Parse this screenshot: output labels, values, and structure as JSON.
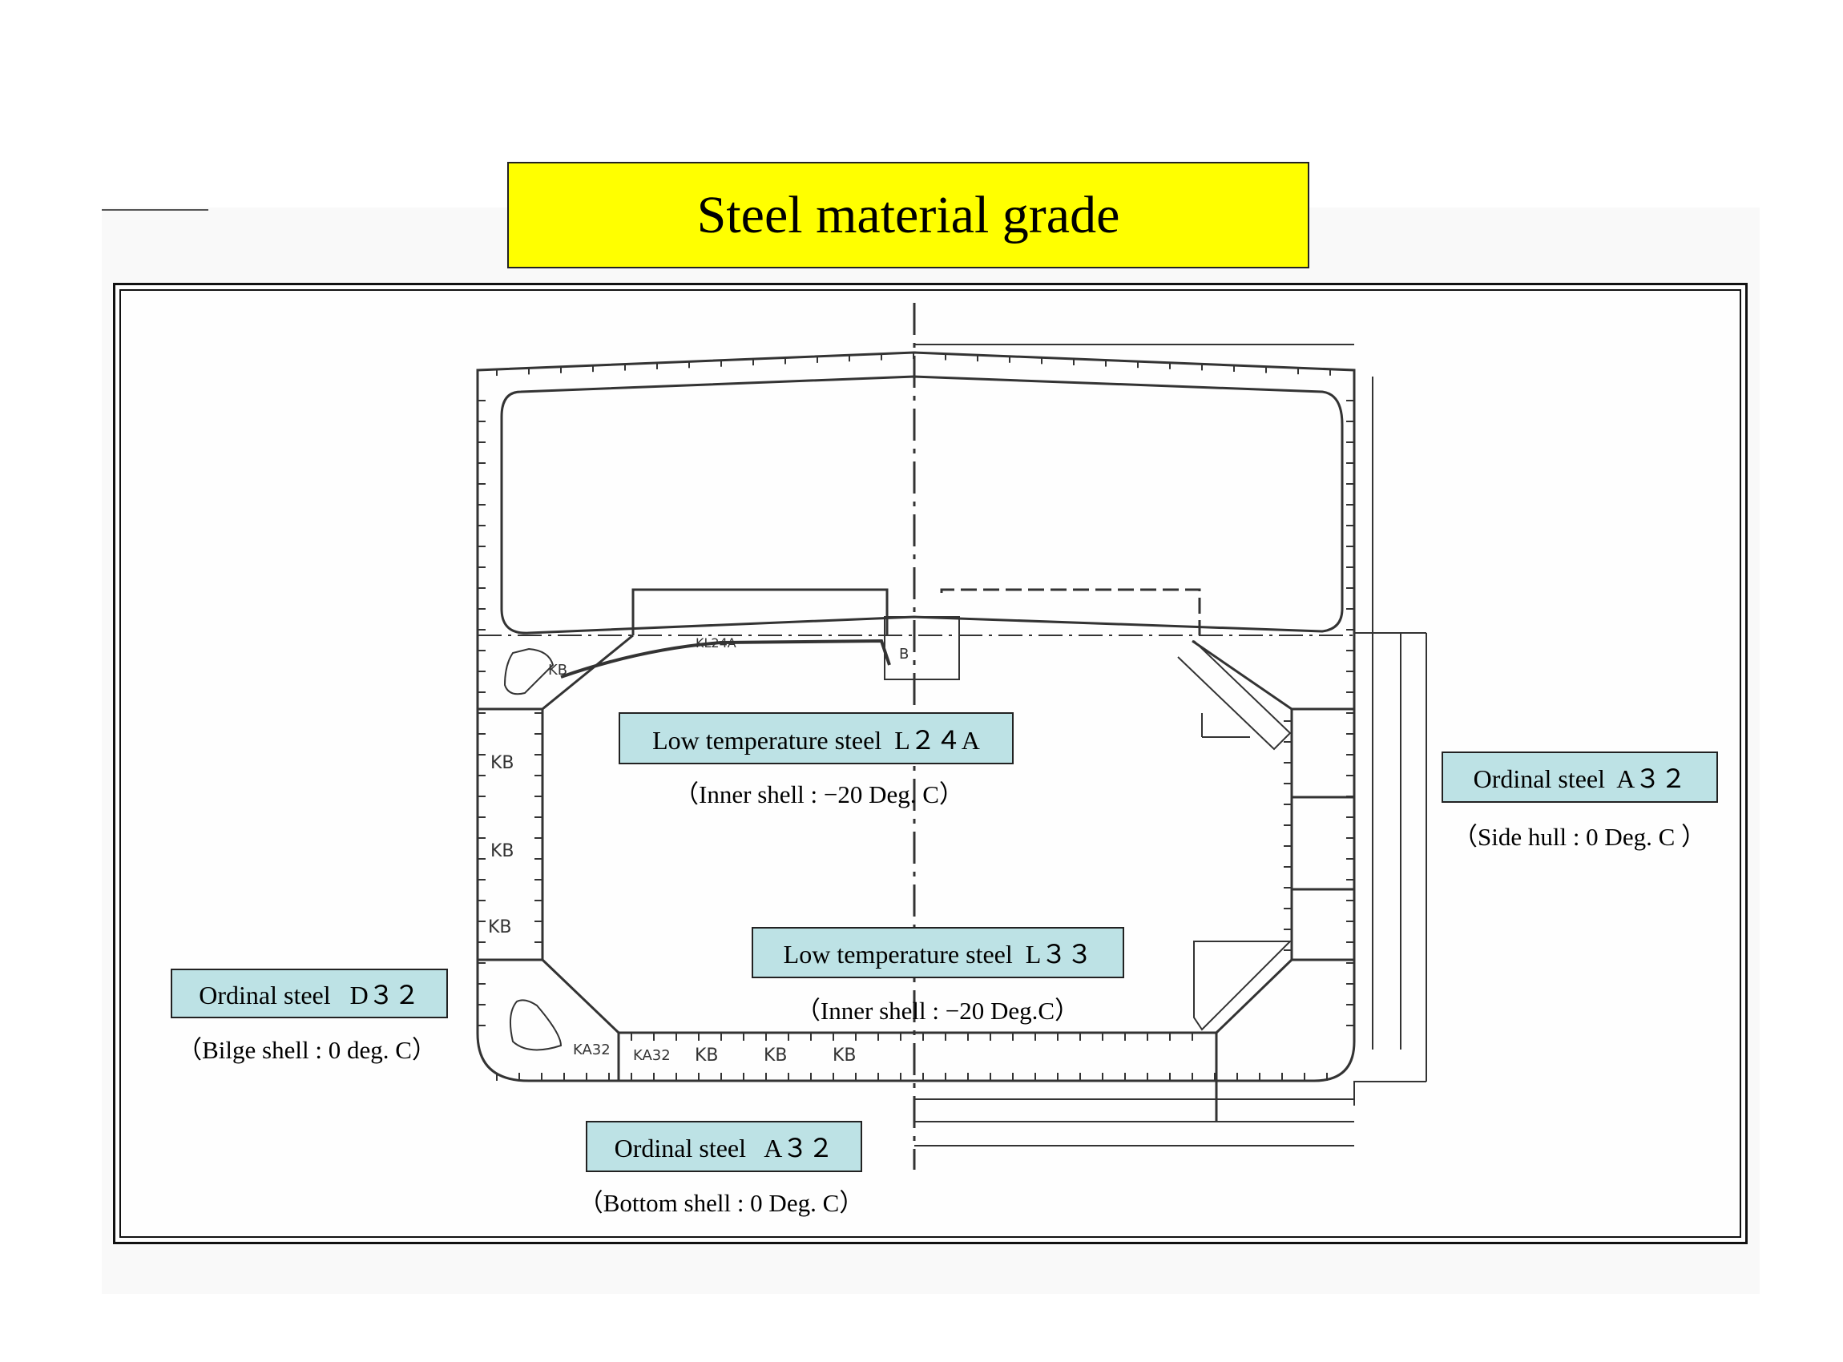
{
  "title": "Steel material grade",
  "labels": [
    {
      "grade": "Low temperature steel  L２４A",
      "note": "（Inner shell : −20 Deg. C）"
    },
    {
      "grade": "Low temperature steel  L３３",
      "note": "（Inner shell : −20 Deg.C）"
    },
    {
      "grade": "Ordinal steel  A３２",
      "note": "（Side hull : 0 Deg. C ）"
    },
    {
      "grade": "Ordinal steel   D３２",
      "note": "（Bilge shell : 0 deg. C）"
    },
    {
      "grade": "Ordinal steel   A３２",
      "note": "（Bottom shell : 0 Deg. C）"
    }
  ],
  "drawing_marks": {
    "kb": "KB",
    "ka32": "KA32",
    "kl24a": "KL24A",
    "b": "B"
  },
  "colors": {
    "title_bg": "#ffff00",
    "label_bg": "#bde2e5"
  }
}
